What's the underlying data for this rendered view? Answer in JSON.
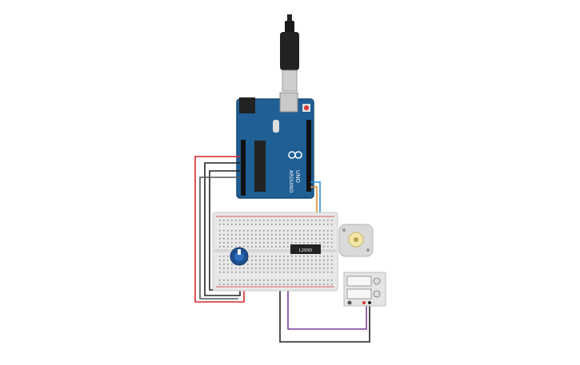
{
  "arduino": {
    "brand": "ARDUINO",
    "model": "UNO",
    "board_color": "#1f5f95"
  },
  "driver_chip": {
    "label": "L293D"
  },
  "colors": {
    "wire_red": "#d62828",
    "wire_black": "#222222",
    "wire_purple": "#7b3fa0",
    "wire_blue": "#2b8fd6",
    "wire_orange": "#e08a2b",
    "breadboard": "#e8e8e8",
    "potentiometer": "#1d4f8e"
  },
  "components": [
    "usb-cable",
    "arduino-uno",
    "breadboard",
    "l293d-chip",
    "potentiometer",
    "dc-motor",
    "power-supply"
  ]
}
